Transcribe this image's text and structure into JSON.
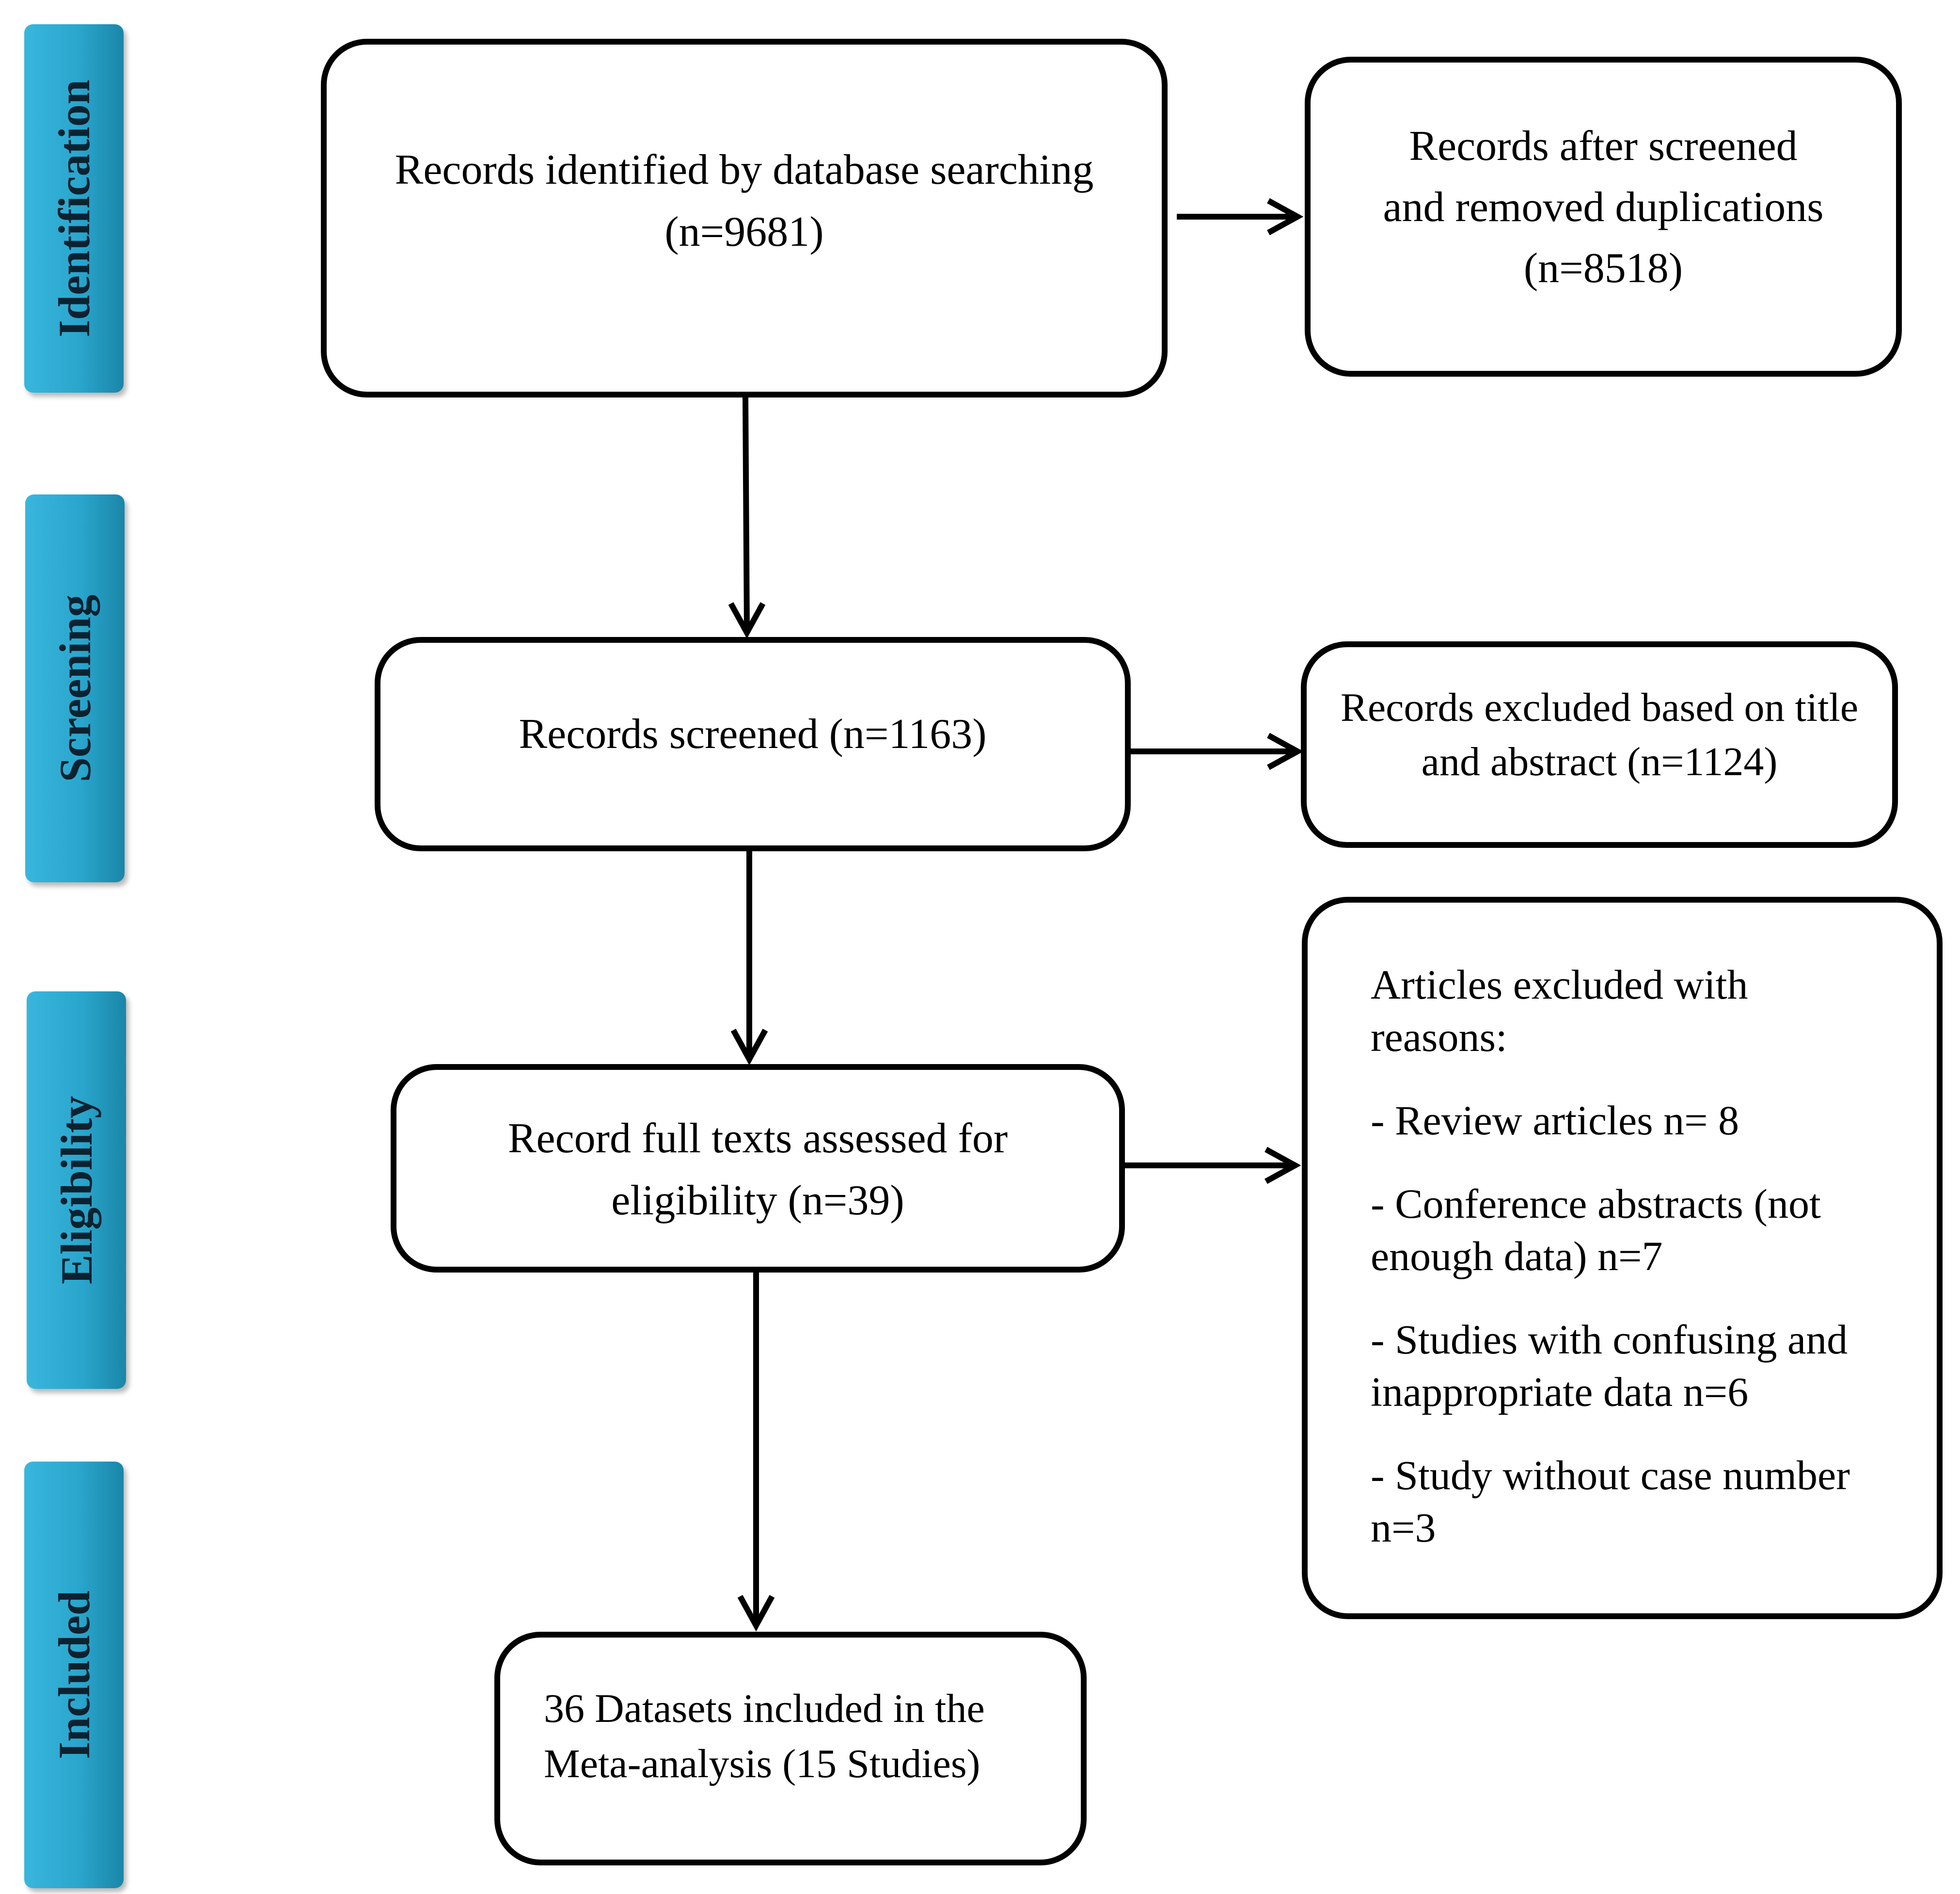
{
  "phases": {
    "identification": "Identification",
    "screening": "Screening",
    "eligibility": "Eligibility",
    "included": "Included"
  },
  "boxes": {
    "identified": "Records identified by database searching (n=9681)",
    "after_duplicates": "Records after screened and removed duplications (n=8518)",
    "screened": "Records screened (n=1163)",
    "excluded_title_abstract": "Records excluded based on title and abstract (n=1124)",
    "full_text": "Record full texts assessed for eligibility (n=39)",
    "included": "36 Datasets included in the Meta-analysis (15 Studies)"
  },
  "exclusions": {
    "heading": "Articles excluded with reasons:",
    "reasons": [
      "- Review articles n= 8",
      "- Conference abstracts (not enough data) n=7",
      "- Studies with confusing and inappropriate data n=6",
      "- Study without case number n=3"
    ]
  },
  "colors": {
    "phase_tab": "#2aa6cd",
    "phase_text": "#0c2230",
    "stroke": "#000000"
  }
}
